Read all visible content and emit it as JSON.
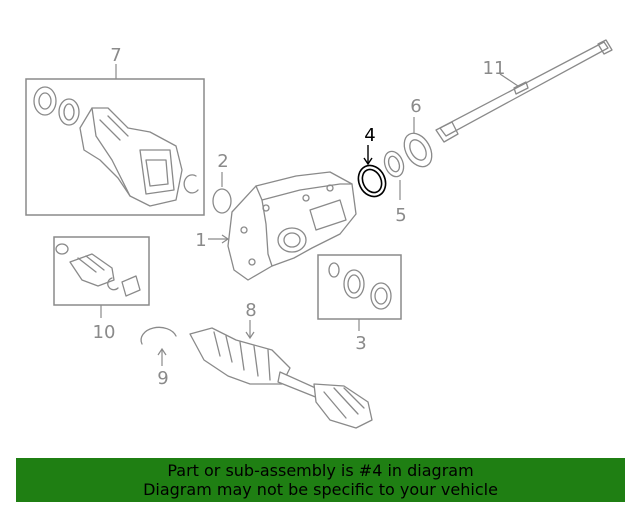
{
  "callouts": {
    "c1": "1",
    "c2": "2",
    "c3": "3",
    "c4": "4",
    "c5": "5",
    "c6": "6",
    "c7": "7",
    "c8": "8",
    "c9": "9",
    "c10": "10",
    "c11": "11"
  },
  "highlighted_part": "4",
  "colors": {
    "line": "#8a8a8a",
    "highlight": "#000000",
    "banner_bg": "#1f7f13"
  },
  "banner": {
    "line1": "Part or sub-assembly is #4 in diagram",
    "line2": "Diagram may not be specific to your vehicle"
  }
}
